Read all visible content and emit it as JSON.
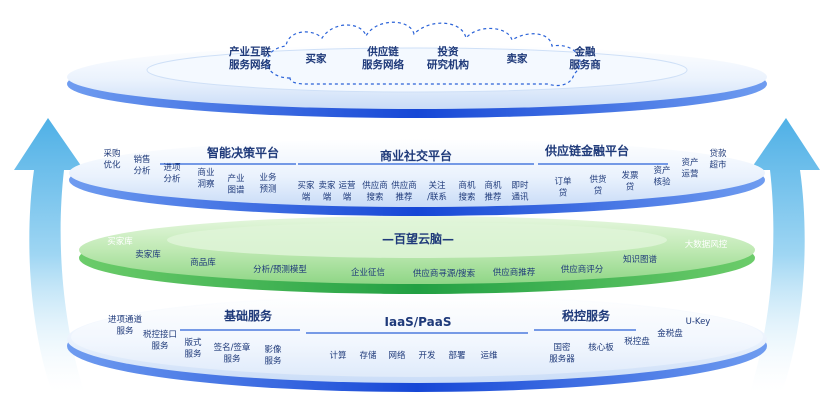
{
  "top_layer": {
    "labels": [
      {
        "lines": [
          "产业互联",
          "服务网络"
        ]
      },
      {
        "lines": [
          "买家"
        ]
      },
      {
        "lines": [
          "供应链",
          "服务网络"
        ]
      },
      {
        "lines": [
          "投资",
          "研究机构"
        ]
      },
      {
        "lines": [
          "卖家"
        ]
      },
      {
        "lines": [
          "金融",
          "服务商"
        ]
      }
    ]
  },
  "platform_layer": {
    "left_items": [
      {
        "lines": [
          "采购",
          "优化"
        ]
      },
      {
        "lines": [
          "销售",
          "分析"
        ]
      },
      {
        "lines": [
          "进项",
          "分析"
        ]
      },
      {
        "lines": [
          "商业",
          "洞察"
        ]
      },
      {
        "lines": [
          "产业",
          "图谱"
        ]
      },
      {
        "lines": [
          "业务",
          "预测"
        ]
      }
    ],
    "headers": [
      "智能决策平台",
      "商业社交平台",
      "供应链金融平台"
    ],
    "middle_items": [
      {
        "lines": [
          "买家",
          "端"
        ]
      },
      {
        "lines": [
          "卖家",
          "端"
        ]
      },
      {
        "lines": [
          "运营",
          "端"
        ]
      },
      {
        "lines": [
          "供应商",
          "搜索"
        ]
      },
      {
        "lines": [
          "供应商",
          "推荐"
        ]
      },
      {
        "lines": [
          "关注",
          "/联系"
        ]
      },
      {
        "lines": [
          "商机",
          "搜索"
        ]
      },
      {
        "lines": [
          "商机",
          "推荐"
        ]
      },
      {
        "lines": [
          "即时",
          "通讯"
        ]
      }
    ],
    "right_items": [
      {
        "lines": [
          "订单",
          "贷"
        ]
      },
      {
        "lines": [
          "供货",
          "贷"
        ]
      },
      {
        "lines": [
          "发票",
          "贷"
        ]
      },
      {
        "lines": [
          "资产",
          "核验"
        ]
      },
      {
        "lines": [
          "资产",
          "运营"
        ]
      },
      {
        "lines": [
          "贷款",
          "超市"
        ]
      }
    ]
  },
  "brain_layer": {
    "title": "—百望云脑—",
    "items": [
      "买家库",
      "卖家库",
      "商品库",
      "分析/预测模型",
      "企业征信",
      "供应商寻源/搜索",
      "供应商推荐",
      "供应商评分",
      "知识图谱",
      "大数据风控"
    ]
  },
  "base_layer": {
    "headers": [
      "基础服务",
      "IaaS/PaaS",
      "税控服务"
    ],
    "left_items": [
      {
        "lines": [
          "进项通道",
          "服务"
        ]
      },
      {
        "lines": [
          "税控接口",
          "服务"
        ]
      },
      {
        "lines": [
          "版式",
          "服务"
        ]
      },
      {
        "lines": [
          "签名/签章",
          "服务"
        ]
      },
      {
        "lines": [
          "影像",
          "服务"
        ]
      }
    ],
    "middle_items": [
      "计算",
      "存储",
      "网络",
      "开发",
      "部署",
      "运维"
    ],
    "right_items": [
      {
        "lines": [
          "国密",
          "服务器"
        ]
      },
      {
        "lines": [
          "核心板"
        ]
      },
      {
        "lines": [
          "税控盘"
        ]
      },
      {
        "lines": [
          "金税盘"
        ]
      },
      {
        "lines": [
          "U-Key"
        ]
      }
    ]
  },
  "colors": {
    "blue_dark": "#1a4fd6",
    "blue_light": "#dbe9fb",
    "green_dark": "#34b24a",
    "green_light": "#b8e7ae",
    "arrow": "#6ec2ec",
    "text": "#1f3a7a"
  }
}
